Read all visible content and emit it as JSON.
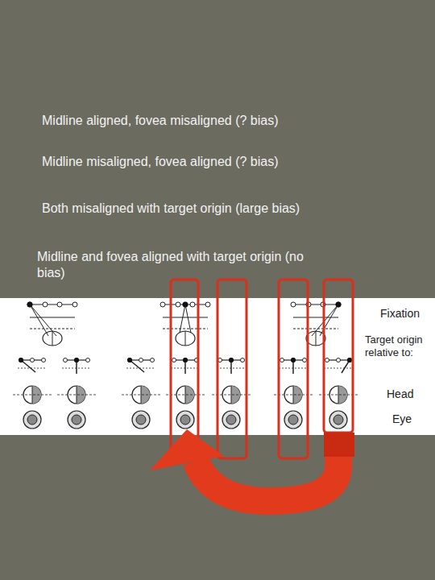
{
  "diagram": {
    "labels": [
      "Midline aligned, fovea misaligned (? bias)",
      "Midline misaligned, fovea aligned (? bias)",
      "Both misaligned with target origin (large bias)",
      "Midline and fovea aligned with target origin (no bias)",
      "Fixation",
      "Target origin relative to:",
      "Head",
      "Eye"
    ]
  }
}
